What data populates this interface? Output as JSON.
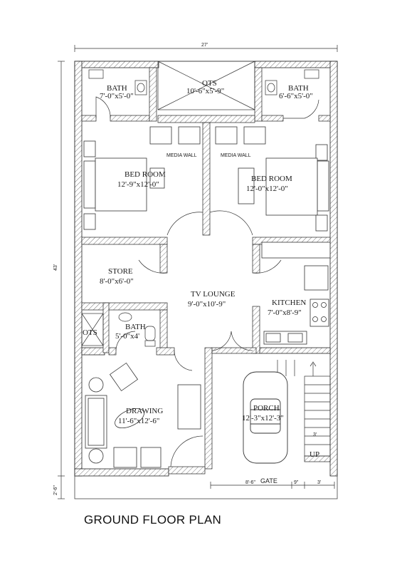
{
  "title": "GROUND FLOOR PLAN",
  "dimensions": {
    "overall_width": "27'",
    "overall_depth": "43'",
    "setback": "2'-6\"",
    "gate_width": "8'-6\"",
    "gate_side_a": "9\"",
    "gate_side_b": "3'",
    "stair_width": "3'"
  },
  "rooms": {
    "bath_left": {
      "name": "BATH",
      "size": "7'-0\"x5'-0\""
    },
    "ots_top": {
      "name": "OTS",
      "size": "10'-6\"x5'-9\""
    },
    "bath_right": {
      "name": "BATH",
      "size": "6'-6\"x5'-0\""
    },
    "bedroom_left": {
      "name": "BED ROOM",
      "size": "12'-9\"x12'-0\""
    },
    "bedroom_right": {
      "name": "BED ROOM",
      "size": "12'-0\"x12'-0\""
    },
    "store": {
      "name": "STORE",
      "size": "8'-0\"x6'-0\""
    },
    "tv_lounge": {
      "name": "TV LOUNGE",
      "size": "9'-0\"x10'-9\""
    },
    "kitchen": {
      "name": "KITCHEN",
      "size": "7'-0\"x8'-9\""
    },
    "bath_small": {
      "name": "BATH",
      "size": "5'-0\"x4'"
    },
    "ots_small": {
      "name": "OTS"
    },
    "drawing": {
      "name": "DRAWING",
      "size": "11'-6\"x12'-6\""
    },
    "porch": {
      "name": "PORCH",
      "size": "12'-3\"x12'-3\""
    }
  },
  "labels": {
    "media_wall_left": "MEDIA WALL",
    "media_wall_right": "MEDIA WALL",
    "gate": "GATE",
    "stair_up": "UP"
  }
}
